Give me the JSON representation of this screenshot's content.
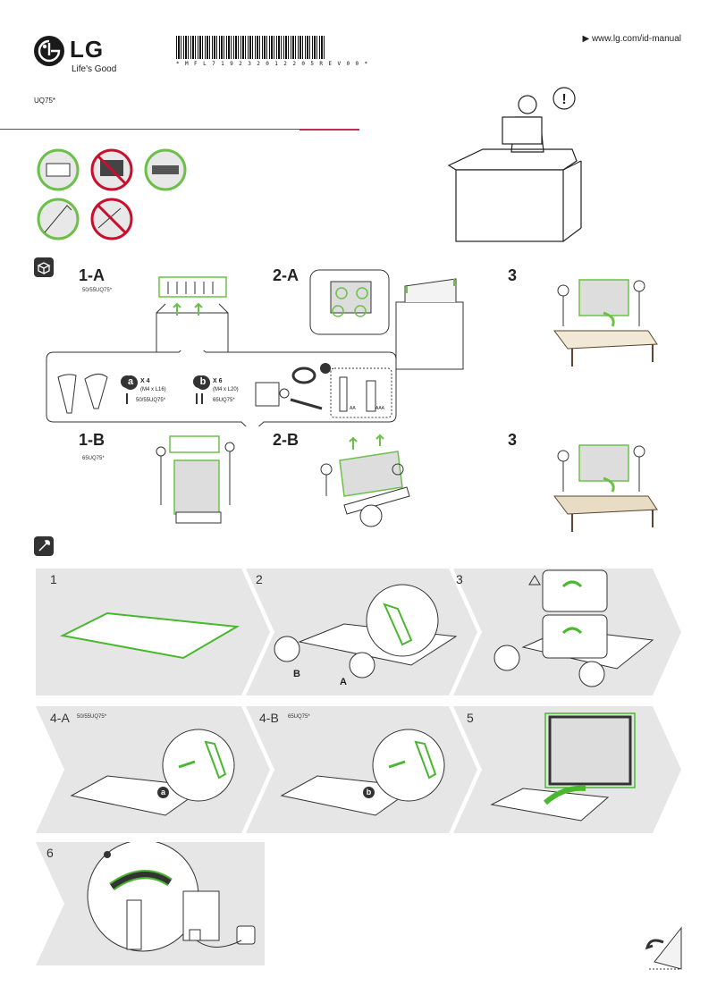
{
  "header": {
    "brand": "LG",
    "tagline": "Life's Good",
    "barcode_text": "* M F L 7 1 9 2 3 2 0 1 2 2 0 5 R E V 0 0 *",
    "url": "▶ www.lg.com/id-manual",
    "model": "UQ75*"
  },
  "unpack": {
    "step_1a": "1-A",
    "step_1a_sub": "50/55UQ75*",
    "step_2a": "2-A",
    "step_3a": "3",
    "step_1b": "1-B",
    "step_1b_sub": "65UQ75*",
    "step_2b": "2-B",
    "step_3b": "3",
    "parts": {
      "a_label": "a",
      "a_qty": "X 4",
      "a_spec": "(M4 x L16)",
      "a_model": "50/55UQ75*",
      "b_label": "b",
      "b_qty": "X 6",
      "b_spec": "(M4 x L20)",
      "b_model": "65UQ75*",
      "battery_aa": "AA",
      "battery_aaa": "AAA"
    }
  },
  "assembly": {
    "s1": "1",
    "s2": "2",
    "s2_b": "B",
    "s2_a": "A",
    "s3": "3",
    "s4a": "4-A",
    "s4a_sub": "50/55UQ75*",
    "s4a_screw": "a",
    "s4b": "4-B",
    "s4b_sub": "65UQ75*",
    "s4b_screw": "b",
    "s5": "5",
    "s6": "6"
  },
  "colors": {
    "accent_green": "#5ec93c",
    "pink": "#c62c55",
    "red": "#c8102e"
  }
}
